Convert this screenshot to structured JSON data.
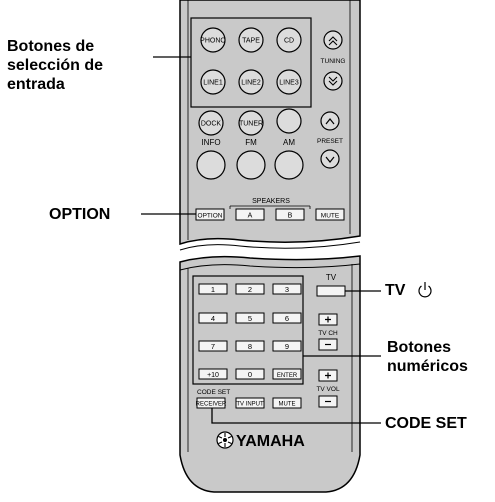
{
  "callouts": {
    "input_buttons": [
      "Botones de",
      "selección de",
      "entrada"
    ],
    "option": "OPTION",
    "tv": "TV",
    "numeric": [
      "Botones",
      "numéricos"
    ],
    "code_set": "CODE SET"
  },
  "top_remote": {
    "input_row1": [
      "PHONO",
      "TAPE",
      "CD"
    ],
    "input_row2": [
      "LINE1",
      "LINE2",
      "LINE3"
    ],
    "tuning_label": "TUNING",
    "row3": [
      "DOCK",
      "TUNER",
      ""
    ],
    "row4_labels": [
      "INFO",
      "FM",
      "AM"
    ],
    "preset_label": "PRESET",
    "speakers_label": "SPEAKERS",
    "bottom_buttons": [
      "OPTION",
      "A",
      "B",
      "MUTE"
    ]
  },
  "bottom_remote": {
    "tv_label": "TV",
    "numpad": [
      "1",
      "2",
      "3",
      "4",
      "5",
      "6",
      "7",
      "8",
      "9",
      "+10",
      "0",
      "ENTER"
    ],
    "tvch_label": "TV CH",
    "tvvol_label": "TV VOL",
    "code_set_label": "CODE SET",
    "bottom_buttons": [
      "RECEIVER",
      "TV INPUT",
      "MUTE"
    ],
    "brand": "YAMAHA"
  }
}
